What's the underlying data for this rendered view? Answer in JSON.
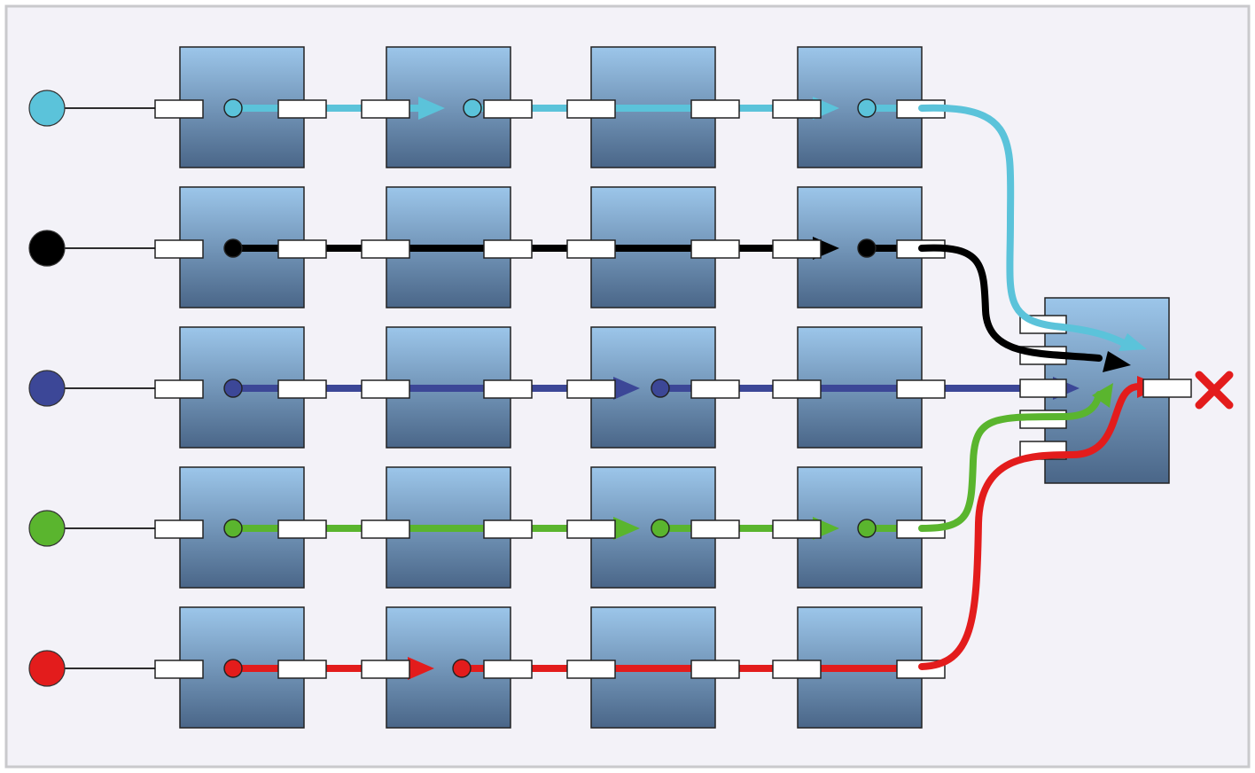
{
  "diagram": {
    "background": "#f3f2f8",
    "frame_color": "#c9c9cc",
    "box_gradient": [
      "#9cc6ea",
      "#4a6688"
    ],
    "port_fill": "#ffffff",
    "lanes": [
      {
        "id": "cyan",
        "color": "#5bc3da",
        "node_style": "hollow",
        "arrow_segments": [
          [
            0,
            1
          ],
          [
            1,
            3
          ]
        ],
        "dots": [
          0,
          1,
          3
        ],
        "route_end": [
          0,
          3
        ]
      },
      {
        "id": "black",
        "color": "#000000",
        "node_style": "solid",
        "arrow_segments": [
          [
            0,
            3
          ]
        ],
        "dots": [
          0,
          3
        ],
        "route_end": [
          0,
          3
        ]
      },
      {
        "id": "navy",
        "color": "#3c4797",
        "node_style": "hollow",
        "arrow_segments": [
          [
            0,
            2
          ],
          [
            2,
            4
          ]
        ],
        "dots": [
          0,
          2
        ],
        "route_end": [
          0,
          4
        ]
      },
      {
        "id": "green",
        "color": "#5ab52e",
        "node_style": "hollow",
        "arrow_segments": [
          [
            0,
            2
          ],
          [
            2,
            3
          ]
        ],
        "dots": [
          0,
          2,
          3
        ],
        "route_end": [
          0,
          3
        ]
      },
      {
        "id": "red",
        "color": "#e31c1c",
        "node_style": "hollow",
        "arrow_segments": [
          [
            0,
            1
          ]
        ],
        "dots": [
          0,
          1
        ],
        "route_end": [
          0,
          3
        ]
      }
    ],
    "terminal": {
      "icon": "cross-icon",
      "color": "#e31c1c"
    }
  }
}
